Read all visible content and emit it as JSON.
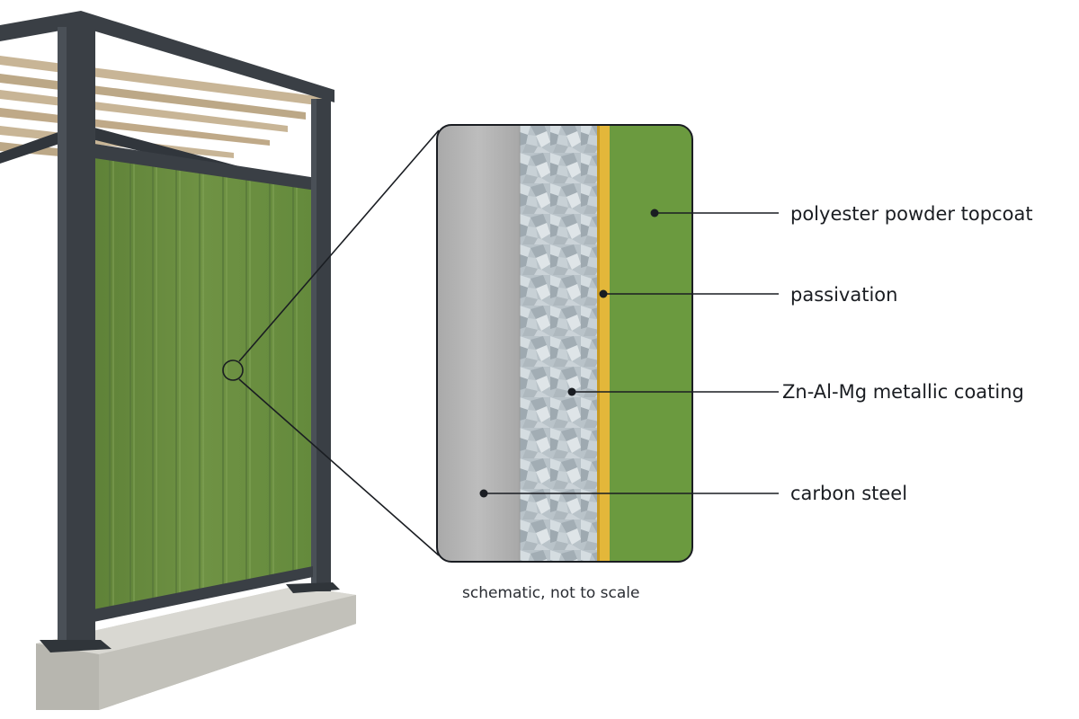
{
  "labels": {
    "topcoat": "polyester powder topcoat",
    "passivation": "passivation",
    "metallic": "Zn-Al-Mg metallic coating",
    "steel": "carbon steel"
  },
  "caption": "schematic, not to scale",
  "colors": {
    "frame": "#3a3f45",
    "panel_green": "#6f9244",
    "topcoat_green": "#6b9a3f",
    "passivation_yellow": "#e3b73a",
    "metallic_gray": "#b9c2c8",
    "steel_gray": "#b3b3b3",
    "concrete": "#c9c8c2",
    "slats": "#c8b596",
    "leader_line": "#1a1d22"
  },
  "icons": {
    "magnifier": "magnifier-circle"
  }
}
